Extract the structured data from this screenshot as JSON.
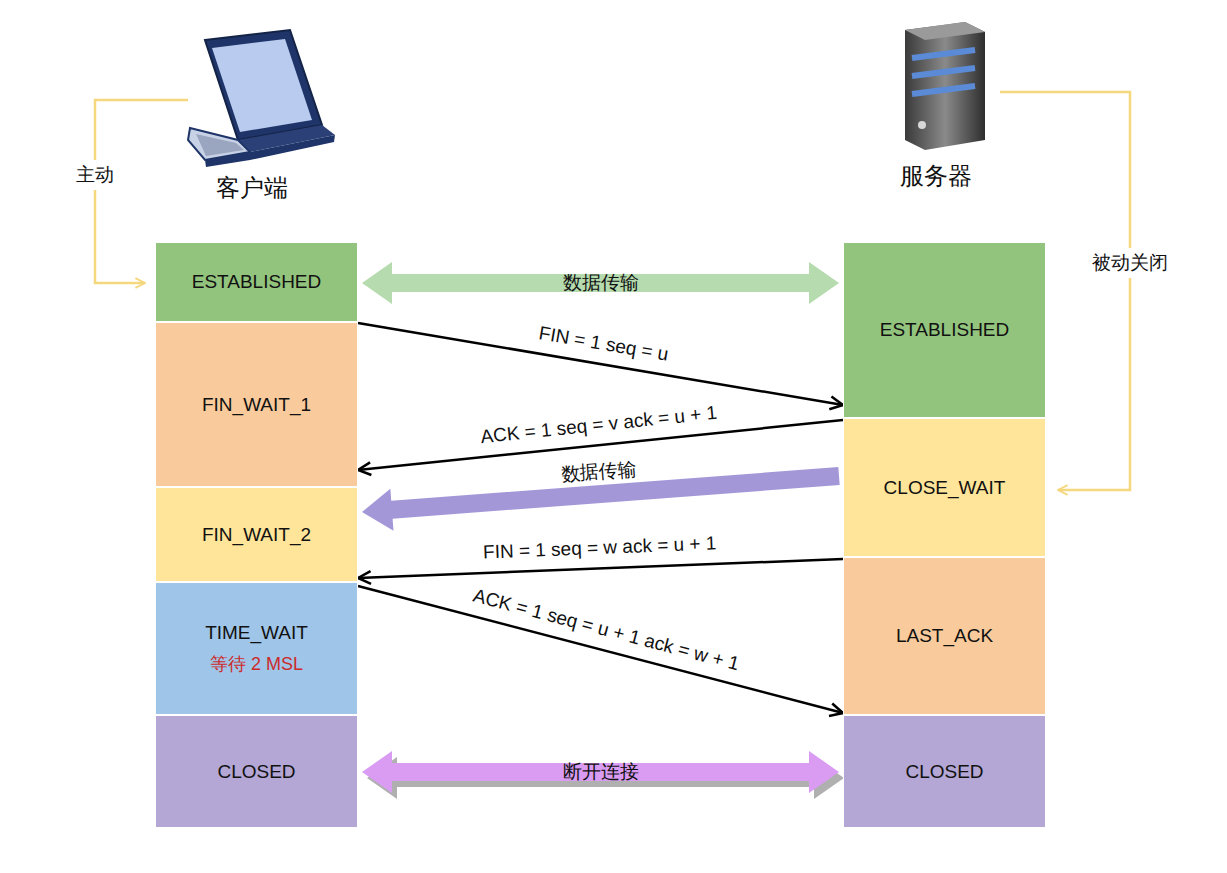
{
  "diagram": {
    "nodes": [
      {
        "text": [
          "ESTABLISHED"
        ]
      },
      {
        "text": [
          "FIN_WAIT_1"
        ]
      },
      {
        "text": [
          "FIN_WAIT_2"
        ]
      },
      {
        "text": [
          "TIME_WAIT",
          "等待 2 MSL"
        ]
      },
      {
        "text": [
          "CLOSED"
        ]
      },
      {
        "text": [
          "ESTABLISHED"
        ]
      },
      {
        "text": [
          "CLOSE_WAIT"
        ]
      },
      {
        "text": [
          "LAST_ACK"
        ]
      },
      {
        "text": [
          "CLOSED"
        ]
      }
    ],
    "edges": [
      {
        "from": 0,
        "to": 5,
        "label": "数据传输",
        "arrow": "both"
      },
      {
        "from": 1,
        "to": 5,
        "label": "FIN = 1 seq = u",
        "arrow": "to"
      },
      {
        "from": 6,
        "to": 1,
        "label": "ACK = 1 seq = v ack = u + 1",
        "arrow": "to"
      },
      {
        "from": 6,
        "to": 2,
        "label": "数据传输",
        "arrow": "to"
      },
      {
        "from": 7,
        "to": 2,
        "label": "FIN = 1 seq = w ack = u + 1",
        "arrow": "to"
      },
      {
        "from": 3,
        "to": 7,
        "label": "ACK = 1 seq = u + 1 ack = w + 1",
        "arrow": "to"
      },
      {
        "from": 4,
        "to": 8,
        "label": "断开连接",
        "arrow": "both"
      }
    ],
    "labels": [
      "客户端",
      "服务器",
      "主动",
      "被动关闭"
    ]
  }
}
